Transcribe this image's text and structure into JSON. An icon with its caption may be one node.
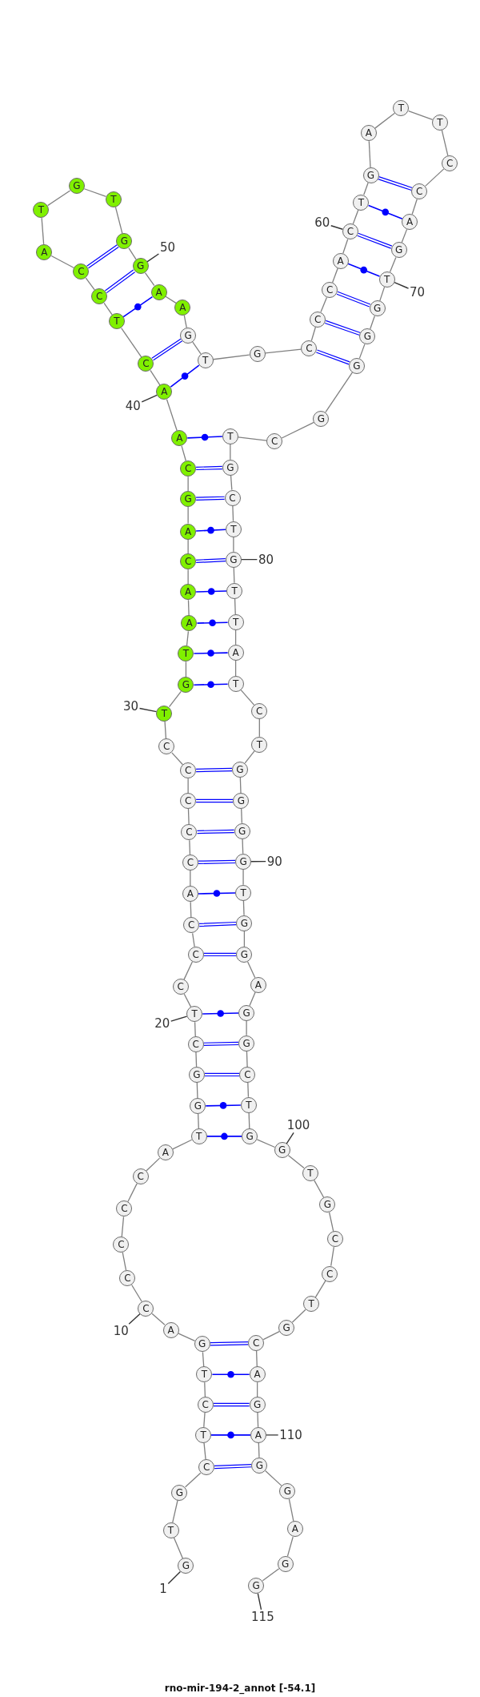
{
  "diagram": {
    "caption": "rno-mir-194-2_annot [-54.1]",
    "nodes": [
      {
        "text": [
          "G"
        ]
      },
      {
        "text": [
          "T"
        ]
      },
      {
        "text": [
          "G"
        ]
      },
      {
        "text": [
          "C"
        ]
      },
      {
        "text": [
          "T"
        ]
      },
      {
        "text": [
          "C"
        ]
      },
      {
        "text": [
          "T"
        ]
      },
      {
        "text": [
          "G"
        ]
      },
      {
        "text": [
          "A"
        ]
      },
      {
        "text": [
          "C"
        ]
      },
      {
        "text": [
          "C"
        ]
      },
      {
        "text": [
          "C"
        ]
      },
      {
        "text": [
          "C"
        ]
      },
      {
        "text": [
          "C"
        ]
      },
      {
        "text": [
          "A"
        ]
      },
      {
        "text": [
          "T"
        ]
      },
      {
        "text": [
          "G"
        ]
      },
      {
        "text": [
          "G"
        ]
      },
      {
        "text": [
          "C"
        ]
      },
      {
        "text": [
          "T"
        ]
      },
      {
        "text": [
          "C"
        ]
      },
      {
        "text": [
          "C"
        ]
      },
      {
        "text": [
          "C"
        ]
      },
      {
        "text": [
          "A"
        ]
      },
      {
        "text": [
          "C"
        ]
      },
      {
        "text": [
          "C"
        ]
      },
      {
        "text": [
          "C"
        ]
      },
      {
        "text": [
          "C"
        ]
      },
      {
        "text": [
          "C"
        ]
      },
      {
        "text": [
          "T"
        ]
      },
      {
        "text": [
          "G"
        ]
      },
      {
        "text": [
          "T"
        ]
      },
      {
        "text": [
          "A"
        ]
      },
      {
        "text": [
          "A"
        ]
      },
      {
        "text": [
          "C"
        ]
      },
      {
        "text": [
          "A"
        ]
      },
      {
        "text": [
          "G"
        ]
      },
      {
        "text": [
          "C"
        ]
      },
      {
        "text": [
          "A"
        ]
      },
      {
        "text": [
          "A"
        ]
      },
      {
        "text": [
          "C"
        ]
      },
      {
        "text": [
          "T"
        ]
      },
      {
        "text": [
          "C"
        ]
      },
      {
        "text": [
          "C"
        ]
      },
      {
        "text": [
          "A"
        ]
      },
      {
        "text": [
          "T"
        ]
      },
      {
        "text": [
          "G"
        ]
      },
      {
        "text": [
          "T"
        ]
      },
      {
        "text": [
          "G"
        ]
      },
      {
        "text": [
          "G"
        ]
      },
      {
        "text": [
          "A"
        ]
      },
      {
        "text": [
          "A"
        ]
      },
      {
        "text": [
          "G"
        ]
      },
      {
        "text": [
          "T"
        ]
      },
      {
        "text": [
          "G"
        ]
      },
      {
        "text": [
          "C"
        ]
      },
      {
        "text": [
          "C"
        ]
      },
      {
        "text": [
          "C"
        ]
      },
      {
        "text": [
          "A"
        ]
      },
      {
        "text": [
          "C"
        ]
      },
      {
        "text": [
          "T"
        ]
      },
      {
        "text": [
          "G"
        ]
      },
      {
        "text": [
          "A"
        ]
      },
      {
        "text": [
          "T"
        ]
      },
      {
        "text": [
          "T"
        ]
      },
      {
        "text": [
          "C"
        ]
      },
      {
        "text": [
          "C"
        ]
      },
      {
        "text": [
          "A"
        ]
      },
      {
        "text": [
          "G"
        ]
      },
      {
        "text": [
          "T"
        ]
      },
      {
        "text": [
          "G"
        ]
      },
      {
        "text": [
          "G"
        ]
      },
      {
        "text": [
          "G"
        ]
      },
      {
        "text": [
          "G"
        ]
      },
      {
        "text": [
          "C"
        ]
      },
      {
        "text": [
          "T"
        ]
      },
      {
        "text": [
          "G"
        ]
      },
      {
        "text": [
          "C"
        ]
      },
      {
        "text": [
          "T"
        ]
      },
      {
        "text": [
          "G"
        ]
      },
      {
        "text": [
          "T"
        ]
      },
      {
        "text": [
          "T"
        ]
      },
      {
        "text": [
          "A"
        ]
      },
      {
        "text": [
          "T"
        ]
      },
      {
        "text": [
          "C"
        ]
      },
      {
        "text": [
          "T"
        ]
      },
      {
        "text": [
          "G"
        ]
      },
      {
        "text": [
          "G"
        ]
      },
      {
        "text": [
          "G"
        ]
      },
      {
        "text": [
          "G"
        ]
      },
      {
        "text": [
          "T"
        ]
      },
      {
        "text": [
          "G"
        ]
      },
      {
        "text": [
          "G"
        ]
      },
      {
        "text": [
          "A"
        ]
      },
      {
        "text": [
          "G"
        ]
      },
      {
        "text": [
          "G"
        ]
      },
      {
        "text": [
          "C"
        ]
      },
      {
        "text": [
          "T"
        ]
      },
      {
        "text": [
          "G"
        ]
      },
      {
        "text": [
          "G"
        ]
      },
      {
        "text": [
          "T"
        ]
      },
      {
        "text": [
          "G"
        ]
      },
      {
        "text": [
          "C"
        ]
      },
      {
        "text": [
          "C"
        ]
      },
      {
        "text": [
          "T"
        ]
      },
      {
        "text": [
          "G"
        ]
      },
      {
        "text": [
          "C"
        ]
      },
      {
        "text": [
          "A"
        ]
      },
      {
        "text": [
          "G"
        ]
      },
      {
        "text": [
          "A"
        ]
      },
      {
        "text": [
          "G"
        ]
      },
      {
        "text": [
          "G"
        ]
      },
      {
        "text": [
          "A"
        ]
      },
      {
        "text": [
          "G"
        ]
      },
      {
        "text": [
          "G"
        ]
      },
      {
        "text": [
          "1"
        ]
      },
      {
        "text": [
          "10"
        ]
      },
      {
        "text": [
          "20"
        ]
      },
      {
        "text": [
          "30"
        ]
      },
      {
        "text": [
          "40"
        ]
      },
      {
        "text": [
          "50"
        ]
      },
      {
        "text": [
          "60"
        ]
      },
      {
        "text": [
          "70"
        ]
      },
      {
        "text": [
          "80"
        ]
      },
      {
        "text": [
          "90"
        ]
      },
      {
        "text": [
          "100"
        ]
      },
      {
        "text": [
          "110"
        ]
      },
      {
        "text": [
          "115"
        ]
      }
    ],
    "edges": [
      {
        "from": 0,
        "to": 1,
        "arrow": "none"
      },
      {
        "from": 1,
        "to": 2,
        "arrow": "none"
      },
      {
        "from": 2,
        "to": 3,
        "arrow": "none"
      },
      {
        "from": 3,
        "to": 4,
        "arrow": "none"
      },
      {
        "from": 4,
        "to": 5,
        "arrow": "none"
      },
      {
        "from": 5,
        "to": 6,
        "arrow": "none"
      },
      {
        "from": 6,
        "to": 7,
        "arrow": "none"
      },
      {
        "from": 7,
        "to": 8,
        "arrow": "none"
      },
      {
        "from": 8,
        "to": 9,
        "arrow": "none"
      },
      {
        "from": 9,
        "to": 10,
        "arrow": "none"
      },
      {
        "from": 10,
        "to": 11,
        "arrow": "none"
      },
      {
        "from": 11,
        "to": 12,
        "arrow": "none"
      },
      {
        "from": 12,
        "to": 13,
        "arrow": "none"
      },
      {
        "from": 13,
        "to": 14,
        "arrow": "none"
      },
      {
        "from": 14,
        "to": 15,
        "arrow": "none"
      },
      {
        "from": 15,
        "to": 16,
        "arrow": "none"
      },
      {
        "from": 16,
        "to": 17,
        "arrow": "none"
      },
      {
        "from": 17,
        "to": 18,
        "arrow": "none"
      },
      {
        "from": 18,
        "to": 19,
        "arrow": "none"
      },
      {
        "from": 19,
        "to": 20,
        "arrow": "none"
      },
      {
        "from": 20,
        "to": 21,
        "arrow": "none"
      },
      {
        "from": 21,
        "to": 22,
        "arrow": "none"
      },
      {
        "from": 22,
        "to": 23,
        "arrow": "none"
      },
      {
        "from": 23,
        "to": 24,
        "arrow": "none"
      },
      {
        "from": 24,
        "to": 25,
        "arrow": "none"
      },
      {
        "from": 25,
        "to": 26,
        "arrow": "none"
      },
      {
        "from": 26,
        "to": 27,
        "arrow": "none"
      },
      {
        "from": 27,
        "to": 28,
        "arrow": "none"
      },
      {
        "from": 28,
        "to": 29,
        "arrow": "none"
      },
      {
        "from": 29,
        "to": 30,
        "arrow": "none"
      },
      {
        "from": 30,
        "to": 31,
        "arrow": "none"
      },
      {
        "from": 31,
        "to": 32,
        "arrow": "none"
      },
      {
        "from": 32,
        "to": 33,
        "arrow": "none"
      },
      {
        "from": 33,
        "to": 34,
        "arrow": "none"
      },
      {
        "from": 34,
        "to": 35,
        "arrow": "none"
      },
      {
        "from": 35,
        "to": 36,
        "arrow": "none"
      },
      {
        "from": 36,
        "to": 37,
        "arrow": "none"
      },
      {
        "from": 37,
        "to": 38,
        "arrow": "none"
      },
      {
        "from": 38,
        "to": 39,
        "arrow": "none"
      },
      {
        "from": 39,
        "to": 40,
        "arrow": "none"
      },
      {
        "from": 40,
        "to": 41,
        "arrow": "none"
      },
      {
        "from": 41,
        "to": 42,
        "arrow": "none"
      },
      {
        "from": 42,
        "to": 43,
        "arrow": "none"
      },
      {
        "from": 43,
        "to": 44,
        "arrow": "none"
      },
      {
        "from": 44,
        "to": 45,
        "arrow": "none"
      },
      {
        "from": 45,
        "to": 46,
        "arrow": "none"
      },
      {
        "from": 46,
        "to": 47,
        "arrow": "none"
      },
      {
        "from": 47,
        "to": 48,
        "arrow": "none"
      },
      {
        "from": 48,
        "to": 49,
        "arrow": "none"
      },
      {
        "from": 49,
        "to": 50,
        "arrow": "none"
      },
      {
        "from": 50,
        "to": 51,
        "arrow": "none"
      },
      {
        "from": 51,
        "to": 52,
        "arrow": "none"
      },
      {
        "from": 52,
        "to": 53,
        "arrow": "none"
      },
      {
        "from": 53,
        "to": 54,
        "arrow": "none"
      },
      {
        "from": 54,
        "to": 55,
        "arrow": "none"
      },
      {
        "from": 55,
        "to": 56,
        "arrow": "none"
      },
      {
        "from": 56,
        "to": 57,
        "arrow": "none"
      },
      {
        "from": 57,
        "to": 58,
        "arrow": "none"
      },
      {
        "from": 58,
        "to": 59,
        "arrow": "none"
      },
      {
        "from": 59,
        "to": 60,
        "arrow": "none"
      },
      {
        "from": 60,
        "to": 61,
        "arrow": "none"
      },
      {
        "from": 61,
        "to": 62,
        "arrow": "none"
      },
      {
        "from": 62,
        "to": 63,
        "arrow": "none"
      },
      {
        "from": 63,
        "to": 64,
        "arrow": "none"
      },
      {
        "from": 64,
        "to": 65,
        "arrow": "none"
      },
      {
        "from": 65,
        "to": 66,
        "arrow": "none"
      },
      {
        "from": 66,
        "to": 67,
        "arrow": "none"
      },
      {
        "from": 67,
        "to": 68,
        "arrow": "none"
      },
      {
        "from": 68,
        "to": 69,
        "arrow": "none"
      },
      {
        "from": 69,
        "to": 70,
        "arrow": "none"
      },
      {
        "from": 70,
        "to": 71,
        "arrow": "none"
      },
      {
        "from": 71,
        "to": 72,
        "arrow": "none"
      },
      {
        "from": 72,
        "to": 73,
        "arrow": "none"
      },
      {
        "from": 73,
        "to": 74,
        "arrow": "none"
      },
      {
        "from": 74,
        "to": 75,
        "arrow": "none"
      },
      {
        "from": 75,
        "to": 76,
        "arrow": "none"
      },
      {
        "from": 76,
        "to": 77,
        "arrow": "none"
      },
      {
        "from": 77,
        "to": 78,
        "arrow": "none"
      },
      {
        "from": 78,
        "to": 79,
        "arrow": "none"
      },
      {
        "from": 79,
        "to": 80,
        "arrow": "none"
      },
      {
        "from": 80,
        "to": 81,
        "arrow": "none"
      },
      {
        "from": 81,
        "to": 82,
        "arrow": "none"
      },
      {
        "from": 82,
        "to": 83,
        "arrow": "none"
      },
      {
        "from": 83,
        "to": 84,
        "arrow": "none"
      },
      {
        "from": 84,
        "to": 85,
        "arrow": "none"
      },
      {
        "from": 85,
        "to": 86,
        "arrow": "none"
      },
      {
        "from": 86,
        "to": 87,
        "arrow": "none"
      },
      {
        "from": 87,
        "to": 88,
        "arrow": "none"
      },
      {
        "from": 88,
        "to": 89,
        "arrow": "none"
      },
      {
        "from": 89,
        "to": 90,
        "arrow": "none"
      },
      {
        "from": 90,
        "to": 91,
        "arrow": "none"
      },
      {
        "from": 91,
        "to": 92,
        "arrow": "none"
      },
      {
        "from": 92,
        "to": 93,
        "arrow": "none"
      },
      {
        "from": 93,
        "to": 94,
        "arrow": "none"
      },
      {
        "from": 94,
        "to": 95,
        "arrow": "none"
      },
      {
        "from": 95,
        "to": 96,
        "arrow": "none"
      },
      {
        "from": 96,
        "to": 97,
        "arrow": "none"
      },
      {
        "from": 97,
        "to": 98,
        "arrow": "none"
      },
      {
        "from": 98,
        "to": 99,
        "arrow": "none"
      },
      {
        "from": 99,
        "to": 100,
        "arrow": "none"
      },
      {
        "from": 100,
        "to": 101,
        "arrow": "none"
      },
      {
        "from": 101,
        "to": 102,
        "arrow": "none"
      },
      {
        "from": 102,
        "to": 103,
        "arrow": "none"
      },
      {
        "from": 103,
        "to": 104,
        "arrow": "none"
      },
      {
        "from": 104,
        "to": 105,
        "arrow": "none"
      },
      {
        "from": 105,
        "to": 106,
        "arrow": "none"
      },
      {
        "from": 106,
        "to": 107,
        "arrow": "none"
      },
      {
        "from": 107,
        "to": 108,
        "arrow": "none"
      },
      {
        "from": 108,
        "to": 109,
        "arrow": "none"
      },
      {
        "from": 109,
        "to": 110,
        "arrow": "none"
      },
      {
        "from": 110,
        "to": 111,
        "arrow": "none"
      },
      {
        "from": 111,
        "to": 112,
        "arrow": "none"
      },
      {
        "from": 112,
        "to": 113,
        "arrow": "none"
      },
      {
        "from": 113,
        "to": 114,
        "arrow": "none"
      },
      {
        "from": 3,
        "to": 110,
        "arrow": "none",
        "color": "#0000ff"
      },
      {
        "from": 4,
        "to": 109,
        "arrow": "none",
        "color": "#0000ff"
      },
      {
        "from": 5,
        "to": 108,
        "arrow": "none",
        "color": "#0000ff"
      },
      {
        "from": 6,
        "to": 107,
        "arrow": "none",
        "color": "#0000ff"
      },
      {
        "from": 7,
        "to": 106,
        "arrow": "none",
        "color": "#0000ff"
      },
      {
        "from": 15,
        "to": 98,
        "arrow": "none",
        "color": "#0000ff"
      },
      {
        "from": 16,
        "to": 97,
        "arrow": "none",
        "color": "#0000ff"
      },
      {
        "from": 17,
        "to": 96,
        "arrow": "none",
        "color": "#0000ff"
      },
      {
        "from": 18,
        "to": 95,
        "arrow": "none",
        "color": "#0000ff"
      },
      {
        "from": 19,
        "to": 94,
        "arrow": "none",
        "color": "#0000ff"
      },
      {
        "from": 21,
        "to": 92,
        "arrow": "none",
        "color": "#0000ff"
      },
      {
        "from": 22,
        "to": 91,
        "arrow": "none",
        "color": "#0000ff"
      },
      {
        "from": 23,
        "to": 90,
        "arrow": "none",
        "color": "#0000ff"
      },
      {
        "from": 24,
        "to": 89,
        "arrow": "none",
        "color": "#0000ff"
      },
      {
        "from": 25,
        "to": 88,
        "arrow": "none",
        "color": "#0000ff"
      },
      {
        "from": 26,
        "to": 87,
        "arrow": "none",
        "color": "#0000ff"
      },
      {
        "from": 27,
        "to": 86,
        "arrow": "none",
        "color": "#0000ff"
      },
      {
        "from": 30,
        "to": 83,
        "arrow": "none",
        "color": "#0000ff"
      },
      {
        "from": 31,
        "to": 82,
        "arrow": "none",
        "color": "#0000ff"
      },
      {
        "from": 32,
        "to": 81,
        "arrow": "none",
        "color": "#0000ff"
      },
      {
        "from": 33,
        "to": 80,
        "arrow": "none",
        "color": "#0000ff"
      },
      {
        "from": 34,
        "to": 79,
        "arrow": "none",
        "color": "#0000ff"
      },
      {
        "from": 35,
        "to": 78,
        "arrow": "none",
        "color": "#0000ff"
      },
      {
        "from": 36,
        "to": 77,
        "arrow": "none",
        "color": "#0000ff"
      },
      {
        "from": 37,
        "to": 76,
        "arrow": "none",
        "color": "#0000ff"
      },
      {
        "from": 38,
        "to": 75,
        "arrow": "none",
        "color": "#0000ff"
      },
      {
        "from": 39,
        "to": 53,
        "arrow": "none",
        "color": "#0000ff"
      },
      {
        "from": 40,
        "to": 52,
        "arrow": "none",
        "color": "#0000ff"
      },
      {
        "from": 41,
        "to": 50,
        "arrow": "none",
        "color": "#0000ff"
      },
      {
        "from": 42,
        "to": 49,
        "arrow": "none",
        "color": "#0000ff"
      },
      {
        "from": 43,
        "to": 48,
        "arrow": "none",
        "color": "#0000ff"
      },
      {
        "from": 55,
        "to": 72,
        "arrow": "none",
        "color": "#0000ff"
      },
      {
        "from": 56,
        "to": 71,
        "arrow": "none",
        "color": "#0000ff"
      },
      {
        "from": 57,
        "to": 70,
        "arrow": "none",
        "color": "#0000ff"
      },
      {
        "from": 58,
        "to": 69,
        "arrow": "none",
        "color": "#0000ff"
      },
      {
        "from": 59,
        "to": 68,
        "arrow": "none",
        "color": "#0000ff"
      },
      {
        "from": 60,
        "to": 67,
        "arrow": "none",
        "color": "#0000ff"
      },
      {
        "from": 61,
        "to": 66,
        "arrow": "none",
        "color": "#0000ff"
      },
      {
        "from": 115,
        "to": 0,
        "arrow": "none",
        "color": "#333333"
      },
      {
        "from": 116,
        "to": 9,
        "arrow": "none",
        "color": "#333333"
      },
      {
        "from": 117,
        "to": 19,
        "arrow": "none",
        "color": "#333333"
      },
      {
        "from": 118,
        "to": 29,
        "arrow": "none",
        "color": "#333333"
      },
      {
        "from": 119,
        "to": 39,
        "arrow": "none",
        "color": "#333333"
      },
      {
        "from": 120,
        "to": 49,
        "arrow": "none",
        "color": "#333333"
      },
      {
        "from": 121,
        "to": 59,
        "arrow": "none",
        "color": "#333333"
      },
      {
        "from": 122,
        "to": 69,
        "arrow": "none",
        "color": "#333333"
      },
      {
        "from": 123,
        "to": 79,
        "arrow": "none",
        "color": "#333333"
      },
      {
        "from": 124,
        "to": 89,
        "arrow": "none",
        "color": "#333333"
      },
      {
        "from": 125,
        "to": 99,
        "arrow": "none",
        "color": "#333333"
      },
      {
        "from": 126,
        "to": 109,
        "arrow": "none",
        "color": "#333333"
      },
      {
        "from": 127,
        "to": 114,
        "arrow": "none",
        "color": "#333333"
      }
    ]
  }
}
